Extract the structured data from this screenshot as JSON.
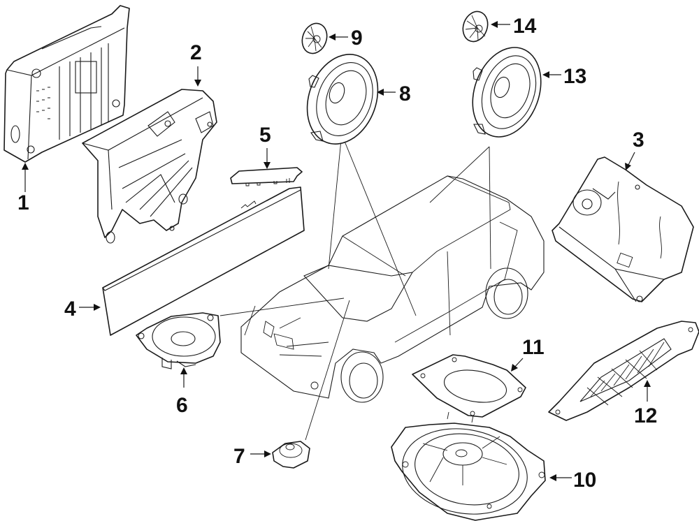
{
  "diagram": {
    "type": "exploded-parts-diagram",
    "subject": "vehicle audio system components",
    "colors": {
      "line": "#1a1a1a",
      "background": "#ffffff",
      "label": "#111111"
    },
    "callouts": [
      {
        "id": 1,
        "label": "1",
        "part": "audio amplifier module"
      },
      {
        "id": 2,
        "label": "2",
        "part": "amplifier mounting bracket"
      },
      {
        "id": 3,
        "label": "3",
        "part": "audio control module"
      },
      {
        "id": 4,
        "label": "4",
        "part": "dash speaker grille panel"
      },
      {
        "id": 5,
        "label": "5",
        "part": "trim cover"
      },
      {
        "id": 6,
        "label": "6",
        "part": "dash speaker"
      },
      {
        "id": 7,
        "label": "7",
        "part": "tweeter"
      },
      {
        "id": 8,
        "label": "8",
        "part": "front door speaker"
      },
      {
        "id": 9,
        "label": "9",
        "part": "front tweeter grille"
      },
      {
        "id": 10,
        "label": "10",
        "part": "subwoofer"
      },
      {
        "id": 11,
        "label": "11",
        "part": "subwoofer gasket"
      },
      {
        "id": 12,
        "label": "12",
        "part": "speaker grille"
      },
      {
        "id": 13,
        "label": "13",
        "part": "rear door speaker"
      },
      {
        "id": 14,
        "label": "14",
        "part": "rear tweeter grille"
      }
    ]
  }
}
